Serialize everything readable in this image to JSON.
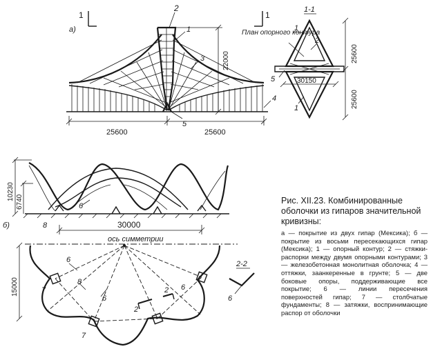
{
  "figure": {
    "caption_title": "Рис. XII.23. Комбинированные оболочки из гипаров значительной кривизны:",
    "caption_body": "а — покрытие из двух гипар (Мексика); б — покрытие из восьми пересекающихся гипар (Мексика); 1 — опорный контур; 2 — стяжки-распорки между двумя опорными контурами; 3 — железобетонная монолитная оболочка; 4 — оттяжки, заанкеренные в грунте; 5 — две боковые опоры, поддерживающие все покрытие; 6 — линии пересечения поверхностей гипар; 7 — столбчатые фундаменты; 8 — затяжки, воспринимающие распор от оболочки"
  },
  "drawing_a": {
    "section_mark_left": "1",
    "section_mark_right": "1",
    "label_a": "а)",
    "callout_2": "2",
    "callout_1": "1",
    "callout_3": "3",
    "callout_4": "4",
    "callout_5": "5",
    "dim_height": "22000",
    "dim_left": "25600",
    "dim_right": "25600"
  },
  "section_1_1": {
    "title": "1-1",
    "plan_label": "План опорного контура",
    "callout_1a": "1",
    "callout_1b": "1",
    "callout_2": "2",
    "callout_5": "5",
    "dim_center": "30150",
    "dim_top": "25600",
    "dim_bottom": "25600"
  },
  "drawing_b": {
    "label_b": "б)",
    "dim_total_height": "10230",
    "dim_lower_height": "6740",
    "dim_span": "30000",
    "callout_6": "6",
    "callout_8": "8",
    "axis_label": "ось симметрии",
    "plan_dim": "15000",
    "callout_6a": "6",
    "callout_6b": "6",
    "callout_6c": "6",
    "callout_7a": "7",
    "callout_7b": "7",
    "callout_8b": "8",
    "callout_2a": "2",
    "callout_2b": "2",
    "section_2_2": "2-2",
    "callout_6_section": "6"
  }
}
